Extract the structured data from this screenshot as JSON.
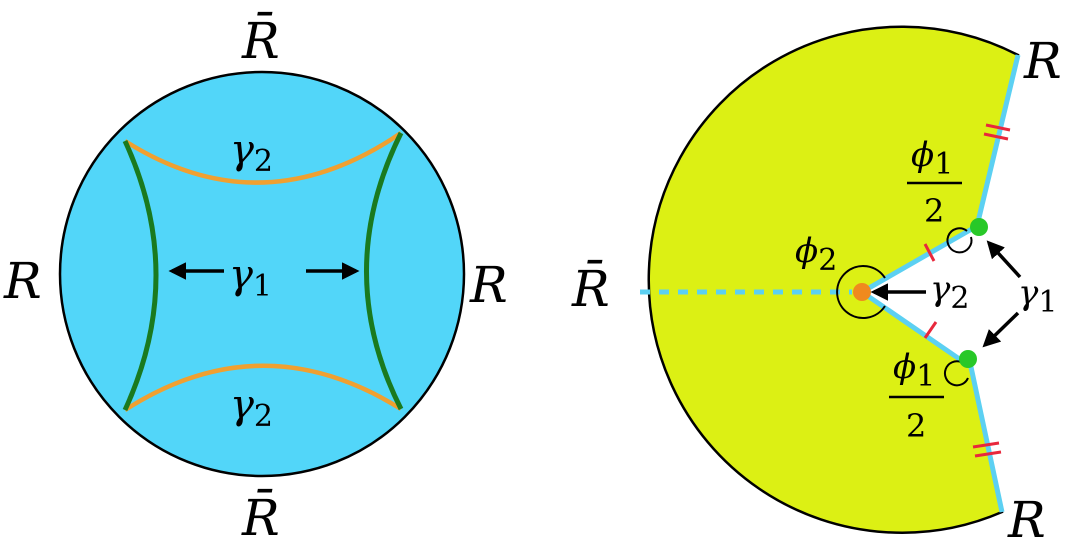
{
  "colors": {
    "disk_fill": "#52d6f9",
    "wedge_fill": "#dcf014",
    "geodesic_green": "#1a7a1f",
    "geodesic_orange": "#f0a030",
    "boundary_blue": "#5cd0f2",
    "tick_red": "#e8283c",
    "point_green": "#28c828",
    "point_orange": "#f08a1e",
    "ink": "#000000"
  },
  "left": {
    "top_label": "R̄",
    "bottom_label": "R̄",
    "left_label": "R",
    "right_label": "R",
    "gamma1": {
      "symbol": "γ",
      "sub": "1"
    },
    "gamma2_top": {
      "symbol": "γ",
      "sub": "2"
    },
    "gamma2_bottom": {
      "symbol": "γ",
      "sub": "2"
    }
  },
  "right": {
    "top_right_label": "R",
    "bottom_right_label": "R",
    "left_label": "R̄",
    "phi2": {
      "symbol": "ϕ",
      "sub": "2"
    },
    "phi1_top": {
      "symbol": "ϕ",
      "sub": "1",
      "den": "2"
    },
    "phi1_bottom": {
      "symbol": "ϕ",
      "sub": "1",
      "den": "2"
    },
    "gamma1": {
      "symbol": "γ",
      "sub": "1"
    },
    "gamma2": {
      "symbol": "γ",
      "sub": "2"
    }
  }
}
